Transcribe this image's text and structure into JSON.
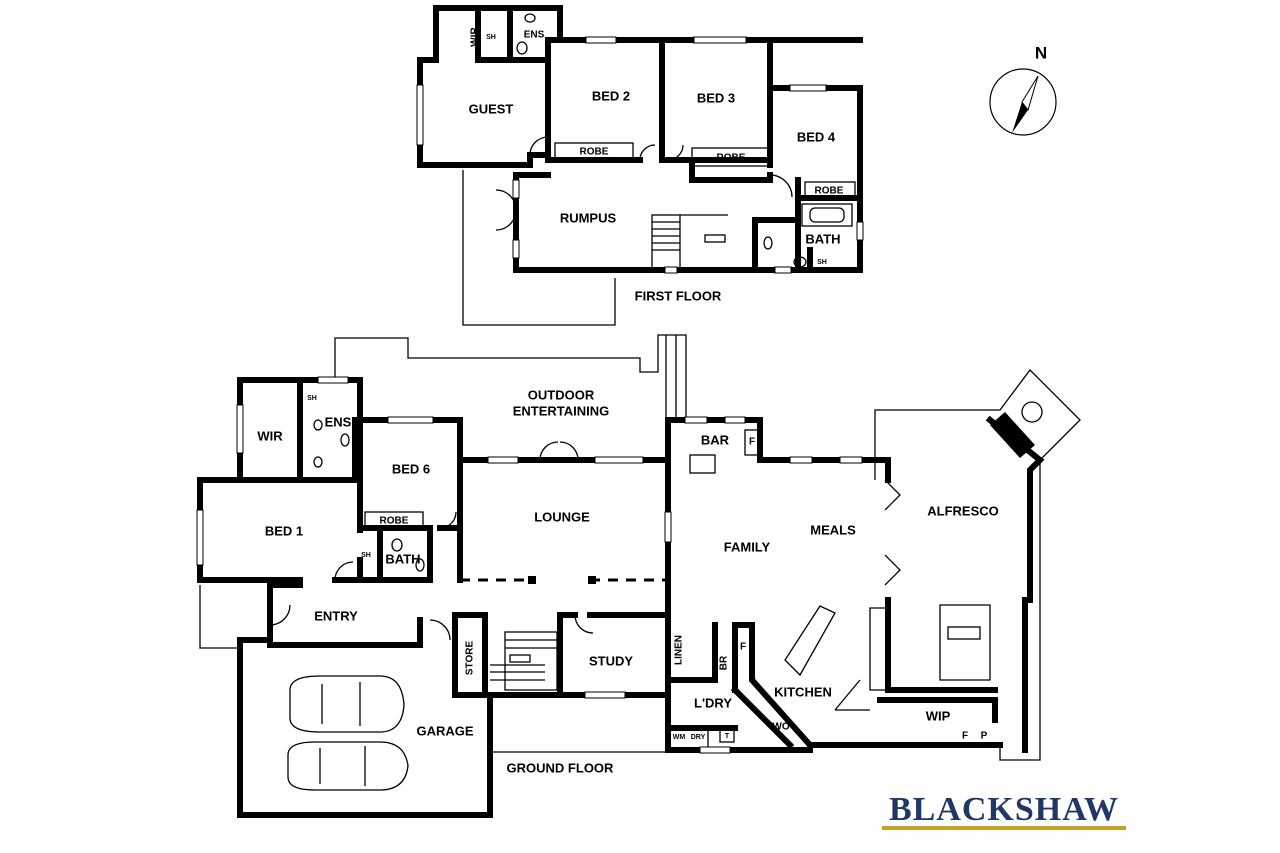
{
  "compass": {
    "label": "N"
  },
  "floors": {
    "first": "FIRST FLOOR",
    "ground": "GROUND FLOOR"
  },
  "rooms": {
    "wir_first": "WIR",
    "sh_first": "SH",
    "ens_first": "ENS",
    "guest": "GUEST",
    "bed2": "BED 2",
    "bed3": "BED 3",
    "bed4": "BED 4",
    "robe_bed2": "ROBE",
    "robe_bed3": "ROBE",
    "robe_bed4": "ROBE",
    "rumpus": "RUMPUS",
    "bath_first": "BATH",
    "sh_bath_first": "SH",
    "outdoor1": "OUTDOOR",
    "outdoor2": "ENTERTAINING",
    "sh_ens_ground": "SH",
    "wir_ground": "WIR",
    "ens_ground": "ENS",
    "bed6": "BED 6",
    "robe_bed6": "ROBE",
    "bed1": "BED 1",
    "sh_bath_ground": "SH",
    "bath_ground": "BATH",
    "lounge": "LOUNGE",
    "bar": "BAR",
    "bar_f": "F",
    "family": "FAMILY",
    "meals": "MEALS",
    "alfresco": "ALFRESCO",
    "entry": "ENTRY",
    "store": "STORE",
    "study": "STUDY",
    "linen": "LINEN",
    "br": "BR",
    "kitchen_f": "F",
    "kitchen": "KITCHEN",
    "ldry": "L'DRY",
    "wm": "WM",
    "dry": "DRY",
    "t": "T",
    "wo": "WO",
    "wip": "WIP",
    "wip_f": "F",
    "wip_p": "P",
    "garage": "GARAGE"
  },
  "brand": {
    "name": "BLACKSHAW",
    "underline_color": "#c9a227",
    "text_color": "#1f3866"
  }
}
